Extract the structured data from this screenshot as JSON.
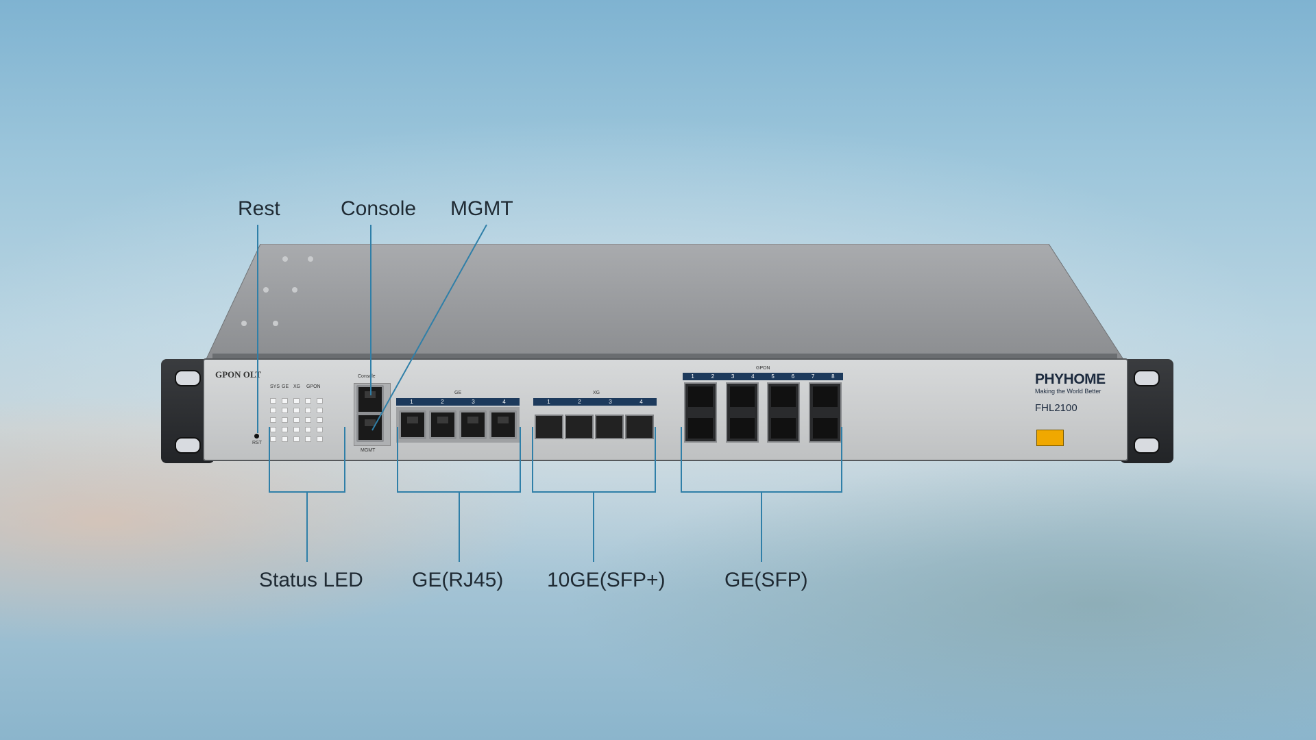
{
  "callouts": {
    "rest": "Rest",
    "console": "Console",
    "mgmt": "MGMT",
    "status_led": "Status LED",
    "ge_rj45": "GE(RJ45)",
    "xg_sfp": "10GE(SFP+)",
    "ge_sfp": "GE(SFP)"
  },
  "device": {
    "product_label": "GPON OLT",
    "brand": "PHYHOME",
    "tagline": "Making the World Better",
    "model": "FHL2100",
    "rst_label": "RST",
    "console_label": "Console",
    "mgmt_label": "MGMT",
    "led_headers": [
      "SYS",
      "GE",
      "XG",
      "GPON"
    ],
    "ge_label": "GE",
    "ge_ports": [
      "1",
      "2",
      "3",
      "4"
    ],
    "xg_label": "XG",
    "xg_ports": [
      "1",
      "2",
      "3",
      "4"
    ],
    "gpon_label": "GPON",
    "gpon_ports": [
      "1",
      "2",
      "3",
      "4",
      "5",
      "6",
      "7",
      "8"
    ]
  },
  "colors": {
    "leader_line": "#2f7fa8",
    "port_bar": "#1d3a5c",
    "panel": "#d0d2d3",
    "laser_label": "#f0a800"
  }
}
